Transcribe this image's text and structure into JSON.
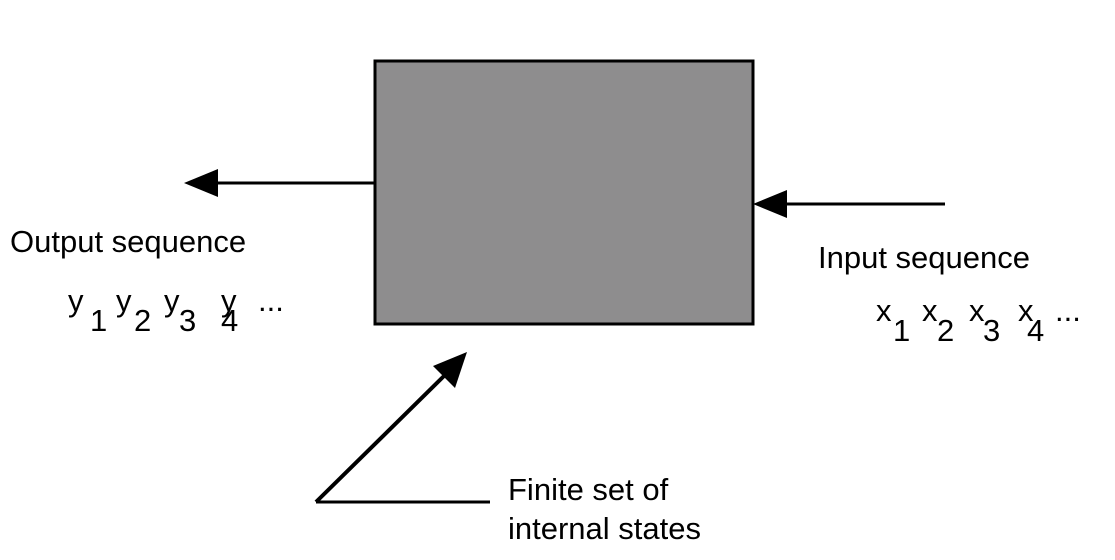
{
  "output": {
    "label": "Output sequence",
    "symbols": [
      {
        "base": "y",
        "sub": "1"
      },
      {
        "base": "y",
        "sub": "2"
      },
      {
        "base": "y",
        "sub": "3"
      },
      {
        "base": "y",
        "sub": "4"
      }
    ],
    "ellipsis": "..."
  },
  "input": {
    "label": "Input sequence",
    "symbols": [
      {
        "base": "x",
        "sub": "1"
      },
      {
        "base": "x",
        "sub": "2"
      },
      {
        "base": "x",
        "sub": "3"
      },
      {
        "base": "x",
        "sub": "4"
      }
    ],
    "ellipsis": "..."
  },
  "states": {
    "line1": "Finite set of",
    "line2": "internal states"
  },
  "colors": {
    "box_fill": "#8e8d8e",
    "stroke": "#000000"
  }
}
